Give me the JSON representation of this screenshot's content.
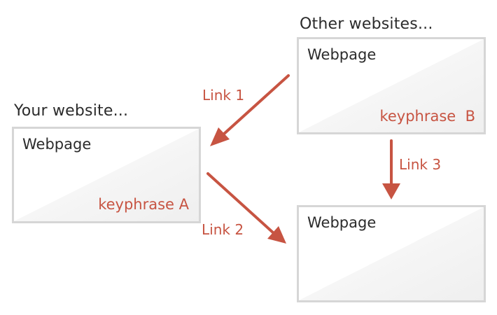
{
  "your_website": {
    "heading": "Your website...",
    "page": {
      "title": "Webpage",
      "keyphrase": "keyphrase A"
    }
  },
  "other_websites": {
    "heading": "Other websites...",
    "page": {
      "title": "Webpage",
      "keyphrase": "keyphrase  B"
    }
  },
  "target_page": {
    "title": "Webpage"
  },
  "links": {
    "link1": "Link 1",
    "link2": "Link 2",
    "link3": "Link 3"
  },
  "colors": {
    "accent": "#c75442",
    "box_border": "#d6d6d6",
    "text": "#2b2b2b"
  }
}
